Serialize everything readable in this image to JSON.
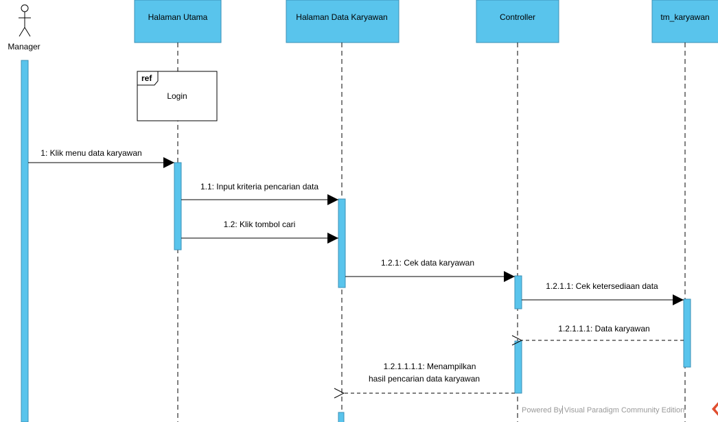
{
  "colors": {
    "lifeline_head_fill": "#59c4ec",
    "lifeline_head_stroke": "#3a8fb6",
    "activation_fill": "#59c4ec",
    "activation_stroke": "#3a8fb6",
    "line": "#000000",
    "watermark_text": "#999999",
    "watermark_logo": "#e04e2f"
  },
  "actor": {
    "label": "Manager"
  },
  "lifelines": [
    {
      "id": "halaman-utama",
      "label": "Halaman Utama"
    },
    {
      "id": "halaman-data-karyawan",
      "label": "Halaman Data Karyawan"
    },
    {
      "id": "controller",
      "label": "Controller"
    },
    {
      "id": "tm-karyawan",
      "label": "tm_karyawan"
    }
  ],
  "ref_fragment": {
    "tag": "ref",
    "label": "Login"
  },
  "messages": [
    {
      "id": "m1",
      "label": "1: Klik menu data karyawan",
      "type": "sync"
    },
    {
      "id": "m2",
      "label": "1.1: Input kriteria pencarian data",
      "type": "sync"
    },
    {
      "id": "m3",
      "label": "1.2: Klik tombol cari",
      "type": "sync"
    },
    {
      "id": "m4",
      "label": "1.2.1: Cek data karyawan",
      "type": "sync"
    },
    {
      "id": "m5",
      "label": "1.2.1.1: Cek ketersediaan data",
      "type": "sync"
    },
    {
      "id": "m6",
      "label": "1.2.1.1.1: Data karyawan",
      "type": "return"
    },
    {
      "id": "m7",
      "label": [
        "1.2.1.1.1.1: Menampilkan",
        "hasil pencarian data karyawan"
      ],
      "type": "return"
    }
  ],
  "watermark": {
    "prefix": "Powered By",
    "product": "Visual Paradigm Community Edition",
    "logo": "vp-logo-icon"
  }
}
